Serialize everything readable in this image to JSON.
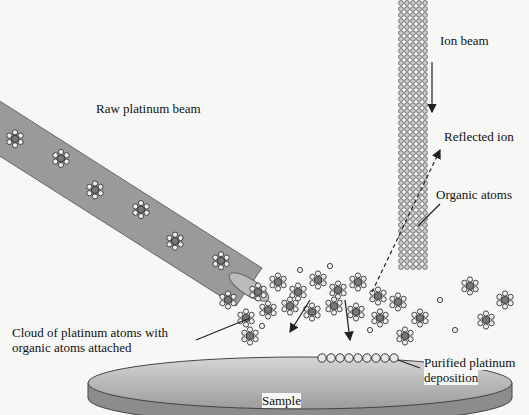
{
  "diagram": {
    "labels": [
      "Ion beam",
      "Raw platinum beam",
      "Reflected ion",
      "Organic atoms",
      "Cloud of platinum atoms with organic atoms attached",
      "Purified platinum deposition",
      "Sample"
    ]
  }
}
